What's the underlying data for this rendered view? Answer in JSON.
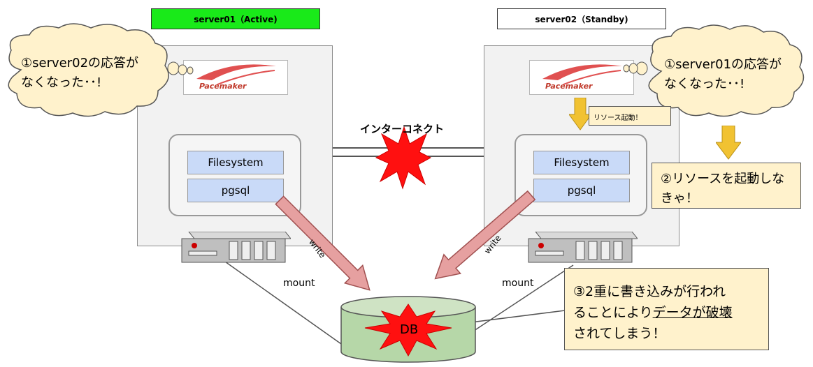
{
  "server01": {
    "title": "server01（Active)",
    "title_bg": "#19ea19"
  },
  "server02": {
    "title": "server02（Standby)",
    "title_bg": "#ffffff"
  },
  "logo_text": "Pacemaker",
  "resources": {
    "filesystem": "Filesystem",
    "pgsql": "pgsql"
  },
  "interconnect": "インターコネクト",
  "write_label": "write",
  "mount_label": "mount",
  "db_label": "DB",
  "bubble_left": {
    "line1": "①server02の応答が",
    "line2": "なくなった･･!"
  },
  "bubble_right": {
    "line1": "①server01の応答が",
    "line2": "なくなった･･!"
  },
  "small_note": "リソース起動！",
  "note_start": {
    "line1": "②リソースを起動しな",
    "line2": "きゃ！"
  },
  "note_corrupt": {
    "line1": "③2重に書き込みが行われ",
    "line2_prefix": "ることにより",
    "line2_underlined": "データが破壊",
    "line3": "されてしまう！"
  },
  "colors": {
    "arrow_write": "#e6a0a0",
    "arrow_down": "#f1c232",
    "db_fill": "#b6d7a8",
    "burst": "#ff1010",
    "note": "#fff2cc",
    "cloud": "#fff2cc"
  }
}
